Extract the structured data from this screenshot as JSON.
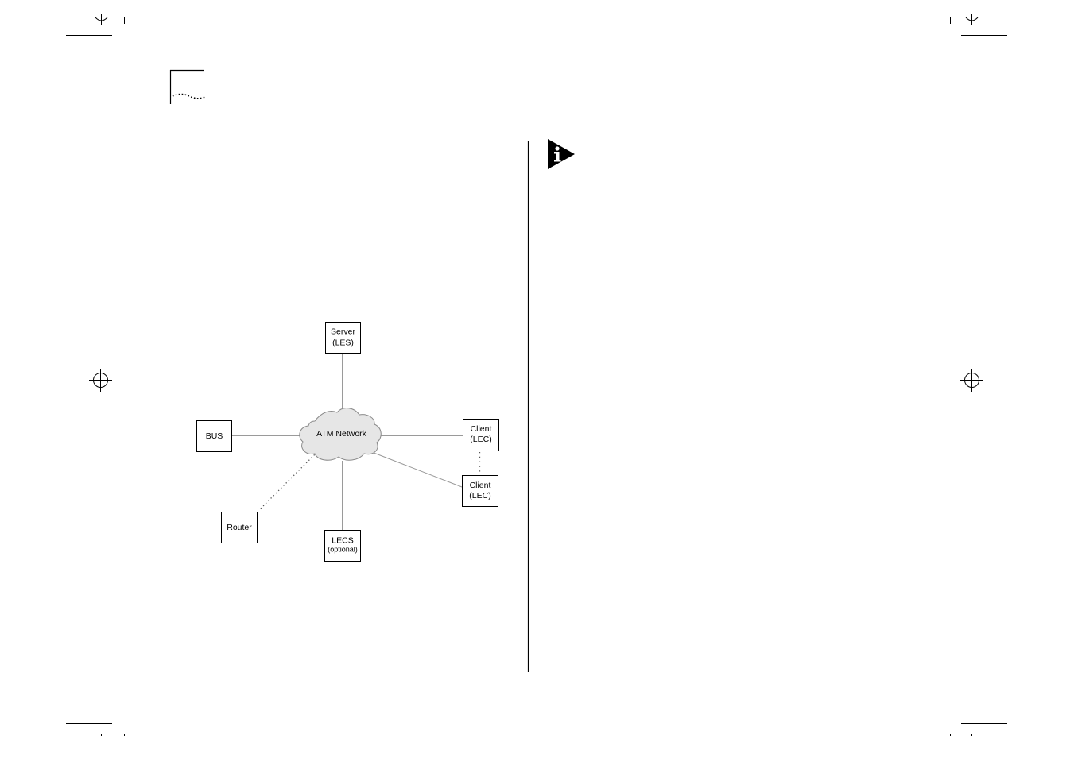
{
  "diagram": {
    "center_label": "ATM Network",
    "nodes": {
      "server": {
        "line1": "Server",
        "line2": "(LES)"
      },
      "bus": {
        "line1": "BUS"
      },
      "client_1": {
        "line1": "Client",
        "line2": "(LEC)"
      },
      "client_2": {
        "line1": "Client",
        "line2": "(LEC)"
      },
      "router": {
        "line1": "Router"
      },
      "lecs": {
        "line1": "LECS",
        "line2": "(optional)"
      }
    }
  },
  "icons": {
    "note": "info-arrow-icon",
    "registration": "crosshair-registration-icon",
    "chapter_tab": "chapter-tab-icon"
  }
}
